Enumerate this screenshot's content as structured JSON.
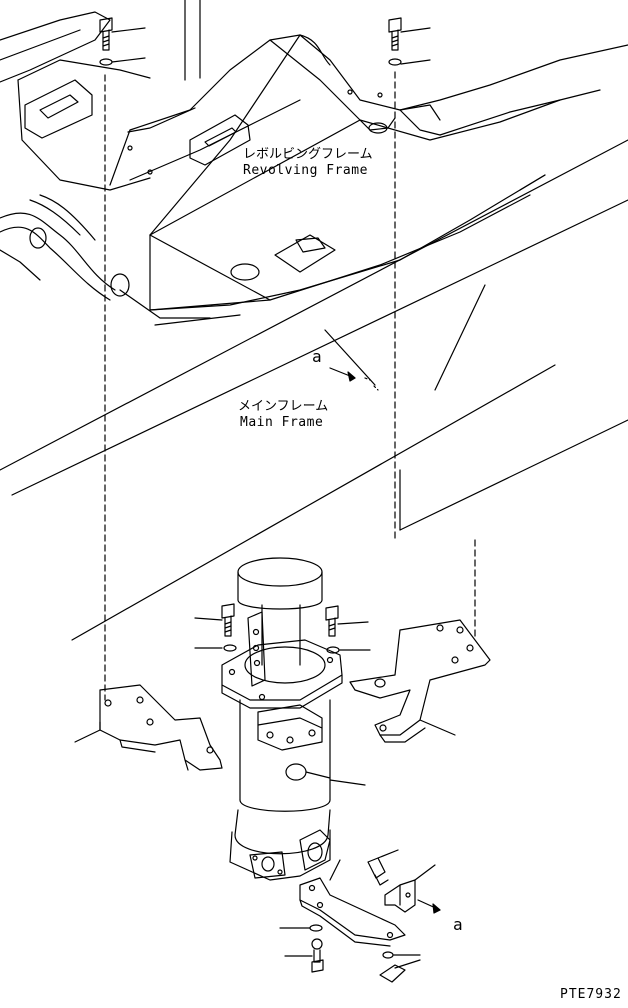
{
  "labels": {
    "revolving_frame_ja": "レボルビングフレーム",
    "revolving_frame_en": "Revolving Frame",
    "main_frame_ja": "メインフレーム",
    "main_frame_en": "Main Frame",
    "view_ref_top": "a",
    "view_ref_bottom": "a",
    "drawing_code": "PTE7932"
  },
  "colors": {
    "line": "#000000",
    "background": "#ffffff"
  }
}
